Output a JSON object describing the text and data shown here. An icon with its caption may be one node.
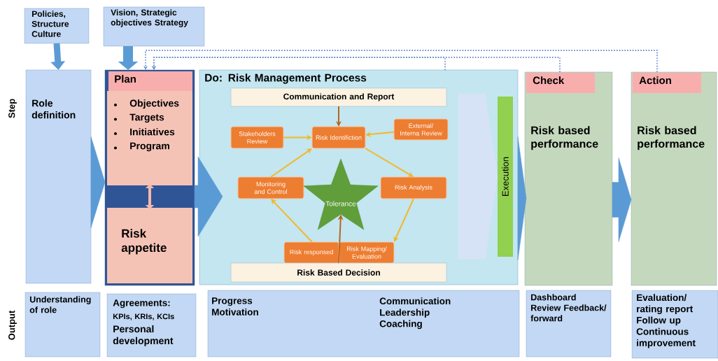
{
  "diagram": {
    "nodes": [
      {
        "text": [
          "Policies, Structure Culture"
        ]
      },
      {
        "text": [
          "Vision, Strategic objectives Strategy"
        ]
      },
      {
        "text": [
          "Role definition"
        ]
      },
      {
        "text": [
          "Plan"
        ]
      },
      {
        "text": [
          "Objectives",
          "Targets",
          "Initiatives",
          "Program"
        ],
        "in": 3
      },
      {
        "text": [
          "Risk appetite"
        ],
        "in": 3
      },
      {
        "text": [
          "Do: Risk Management Process"
        ]
      },
      {
        "text": [
          "Communication and Report"
        ],
        "in": 6
      },
      {
        "text": [
          "Stakeholders Review"
        ],
        "in": 6
      },
      {
        "text": [
          "Risk Identifiction"
        ],
        "in": 6
      },
      {
        "text": [
          "External/ Interna Review"
        ],
        "in": 6
      },
      {
        "text": [
          "Monitoring and Control"
        ],
        "in": 6
      },
      {
        "text": [
          "Tolerance"
        ],
        "in": 6
      },
      {
        "text": [
          "Risk Analysis"
        ],
        "in": 6
      },
      {
        "text": [
          "Risk responsed"
        ],
        "in": 6
      },
      {
        "text": [
          "Risk Mapping/ Evaluation"
        ],
        "in": 6
      },
      {
        "text": [
          "Risk Based Decision"
        ],
        "in": 6
      },
      {
        "text": [
          "Execution"
        ],
        "in": 6
      },
      {
        "text": [
          "Check",
          "Risk based performance"
        ]
      },
      {
        "text": [
          "Action",
          "Risk based performance"
        ]
      },
      {
        "text": [
          "Understanding of role"
        ]
      },
      {
        "text": [
          "Agreements:",
          "KPIs, KRIs, KCIs",
          "Personal development"
        ]
      },
      {
        "text": [
          "Progress Motivation",
          "Communication Leadership Coaching"
        ]
      },
      {
        "text": [
          "Dashboard Review Feedback/ forward"
        ]
      },
      {
        "text": [
          "Evaluation/ rating report Follow up Continuous improvement"
        ]
      }
    ],
    "edges": [
      {
        "from": 0,
        "to": 2,
        "arrow": "to",
        "style": "thick",
        "color": "#5b9bd5"
      },
      {
        "from": 1,
        "to": 3,
        "arrow": "to",
        "style": "thick",
        "color": "#5b9bd5"
      },
      {
        "from": 2,
        "to": 3,
        "arrow": "to",
        "style": "thick",
        "color": "#5b9bd5"
      },
      {
        "from": 3,
        "to": 6,
        "arrow": "to",
        "style": "thick",
        "color": "#5b9bd5"
      },
      {
        "from": 6,
        "to": 18,
        "arrow": "to",
        "style": "thick",
        "color": "#5b9bd5"
      },
      {
        "from": 18,
        "to": 19,
        "arrow": "to",
        "style": "thick",
        "color": "#5b9bd5"
      },
      {
        "from": 4,
        "to": 5,
        "arrow": "both",
        "style": "thick",
        "color": "#f4b9a9"
      },
      {
        "from": 7,
        "to": 9,
        "arrow": "to",
        "color": "#b8651e"
      },
      {
        "from": 8,
        "to": 9,
        "arrow": "to",
        "color": "#f2b82a"
      },
      {
        "from": 10,
        "to": 9,
        "arrow": "to",
        "color": "#f2b82a"
      },
      {
        "from": 9,
        "to": 13,
        "arrow": "to",
        "color": "#f2b82a"
      },
      {
        "from": 13,
        "to": 15,
        "arrow": "to",
        "color": "#f2b82a"
      },
      {
        "from": 14,
        "to": 11,
        "arrow": "to",
        "color": "#f2b82a"
      },
      {
        "from": 11,
        "to": 9,
        "arrow": "to",
        "color": "#f2b82a"
      },
      {
        "from": 16,
        "to": 12,
        "arrow": "to",
        "color": "#b8651e"
      },
      {
        "from": 19,
        "to": 3,
        "arrow": "to",
        "style": "dashed",
        "color": "#6b8fd0"
      },
      {
        "from": 18,
        "to": 3,
        "arrow": "to",
        "style": "dashed",
        "color": "#6b8fd0"
      },
      {
        "from": 6,
        "to": 3,
        "arrow": "to",
        "style": "dashed",
        "color": "#6b8fd0"
      },
      {
        "from": null,
        "to": 17,
        "arrow": "to",
        "style": "thick",
        "color": "#d6e3f6"
      }
    ],
    "labels": [
      "Step",
      "Output"
    ]
  }
}
